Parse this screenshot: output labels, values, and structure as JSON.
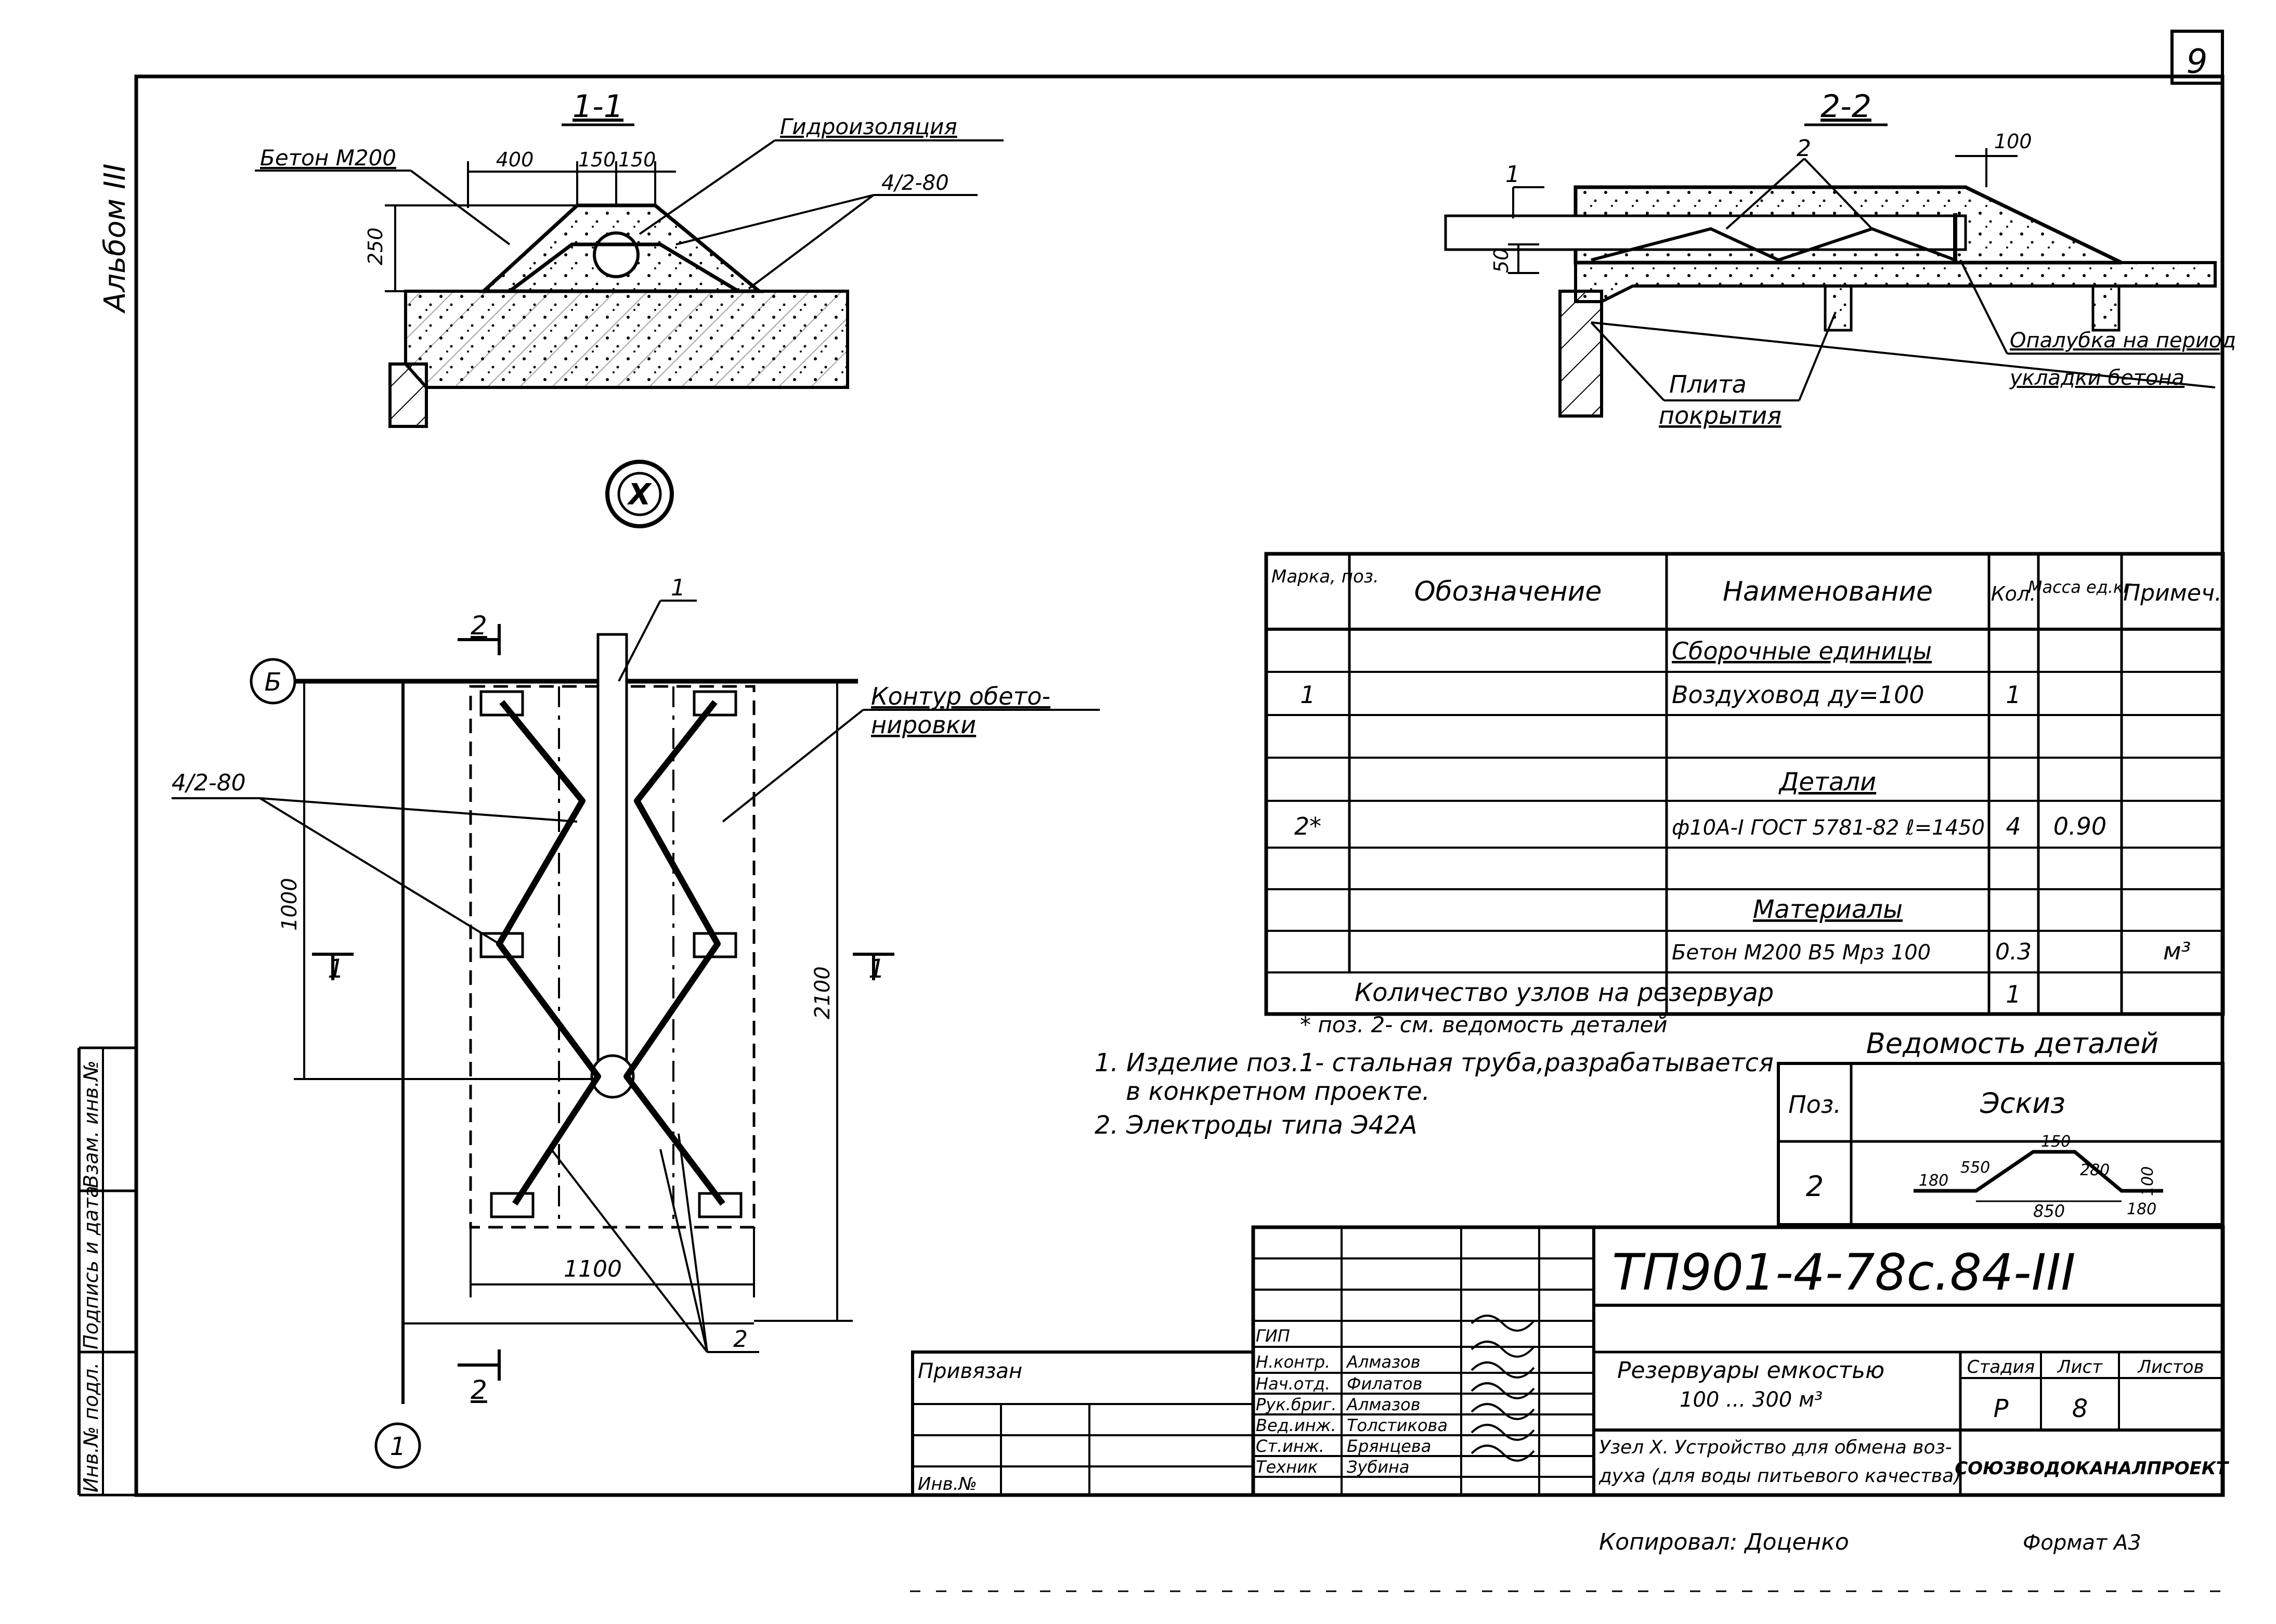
{
  "sheet_number": "9",
  "album_label": "Альбом III",
  "section_1": {
    "title": "1-1",
    "label_concrete": "Бетон М200",
    "label_waterproof": "Гидроизоляция",
    "label_bar": "4/2-80",
    "dims": [
      "400",
      "150",
      "150",
      "250"
    ]
  },
  "section_2": {
    "title": "2-2",
    "pos1": "1",
    "pos2": "2",
    "dim_100": "100",
    "dim_50": "50",
    "label_formwork_1": "Опалубка на период",
    "label_formwork_2": "укладки бетона",
    "label_slab_1": "Плита",
    "label_slab_2": "покрытия"
  },
  "node_label": "X",
  "plan": {
    "axis_b": "Б",
    "axis_1": "1",
    "cut_2_top": "2",
    "cut_2_bottom": "2",
    "cut_1_left": "1",
    "cut_1_right": "1",
    "pos1": "1",
    "pos2": "2",
    "bar_label": "4/2-80",
    "contour_1": "Контур обето-",
    "contour_2": "нировки",
    "dim_1000": "1000",
    "dim_2100": "2100",
    "dim_1100": "1100"
  },
  "spec_table": {
    "headers": [
      "Марка, поз.",
      "Обозначение",
      "Наименование",
      "Кол.",
      "Масса ед.кг",
      "Примеч."
    ],
    "rows": [
      {
        "mark": "",
        "name": "Сборочные единицы",
        "qty": "",
        "mass": "",
        "note": ""
      },
      {
        "mark": "1",
        "name": "Воздуховод ду=100",
        "qty": "1",
        "mass": "",
        "note": ""
      },
      {
        "mark": "",
        "name": "Детали",
        "qty": "",
        "mass": "",
        "note": ""
      },
      {
        "mark": "2*",
        "name": "ф10А-I ГОСТ 5781-82 ℓ=1450",
        "qty": "4",
        "mass": "0.90",
        "note": ""
      },
      {
        "mark": "",
        "name": "Материалы",
        "qty": "",
        "mass": "",
        "note": ""
      },
      {
        "mark": "",
        "name": "Бетон М200 В5 Мрз 100",
        "qty": "0.3",
        "mass": "",
        "note": "м³"
      }
    ],
    "total_label": "Количество узлов на резервуар",
    "total_qty": "1"
  },
  "notes": {
    "footnote": "* поз. 2- см. ведомость деталей",
    "n1a": "1. Изделие поз.1- стальная труба,разрабатывается",
    "n1b": "в конкретном проекте.",
    "n2": "2. Электроды типа Э42А"
  },
  "details_table": {
    "title": "Ведомость деталей",
    "col_pos": "Поз.",
    "col_sketch": "Эскиз",
    "row_pos": "2",
    "dims": [
      "180",
      "550",
      "150",
      "850",
      "180",
      "100",
      "280"
    ]
  },
  "title_block": {
    "code": "ТП901-4-78с.84-III",
    "project_title_1": "Резервуары емкостью",
    "project_title_2": "100 ... 300 м³",
    "sheet_title_1": "Узел X. Устройство для обмена воз-",
    "sheet_title_2": "духа (для воды питьевого качества)",
    "org": "СОЮЗВОДОКАНАЛПРОЕКТ",
    "stage_label": "Стадия",
    "sheet_label": "Лист",
    "sheets_label": "Листов",
    "stage": "Р",
    "sheet": "8",
    "sheets": "",
    "privyazan": "Привязан",
    "inv_no": "Инв.№",
    "roles": [
      "ГИП",
      "Н.контр.",
      "Нач.отд.",
      "Рук.бриг.",
      "Вед.инж.",
      "Ст.инж.",
      "Техник"
    ],
    "names": [
      "",
      "Алмазов",
      "Филатов",
      "Алмазов",
      "Толстикова",
      "Брянцева",
      "Зубина"
    ]
  },
  "left_strip": [
    "Инв.№ подл.",
    "Подпись и дата",
    "Взам. инв.№"
  ],
  "copied_by": "Копировал: Доценко",
  "format": "Формат А3"
}
